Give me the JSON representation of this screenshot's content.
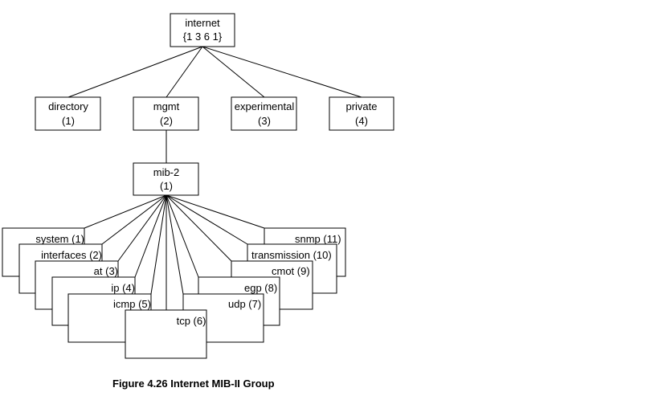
{
  "diagram": {
    "root": {
      "name": "internet",
      "oid": "{1 3 6 1}"
    },
    "level1": [
      {
        "name": "directory",
        "oid": "(1)"
      },
      {
        "name": "mgmt",
        "oid": "(2)"
      },
      {
        "name": "experimental",
        "oid": "(3)"
      },
      {
        "name": "private",
        "oid": "(4)"
      }
    ],
    "mib2": {
      "name": "mib-2",
      "oid": "(1)"
    },
    "groups": [
      {
        "label": "system (1)"
      },
      {
        "label": "interfaces (2)"
      },
      {
        "label": "at (3)"
      },
      {
        "label": "ip (4)"
      },
      {
        "label": "icmp (5)"
      },
      {
        "label": "tcp (6)"
      },
      {
        "label": "udp (7)"
      },
      {
        "label": "egp (8)"
      },
      {
        "label": "cmot (9)"
      },
      {
        "label": "transmission (10)"
      },
      {
        "label": "snmp (11)"
      }
    ]
  },
  "caption": "Figure 4.26  Internet MIB-II Group"
}
